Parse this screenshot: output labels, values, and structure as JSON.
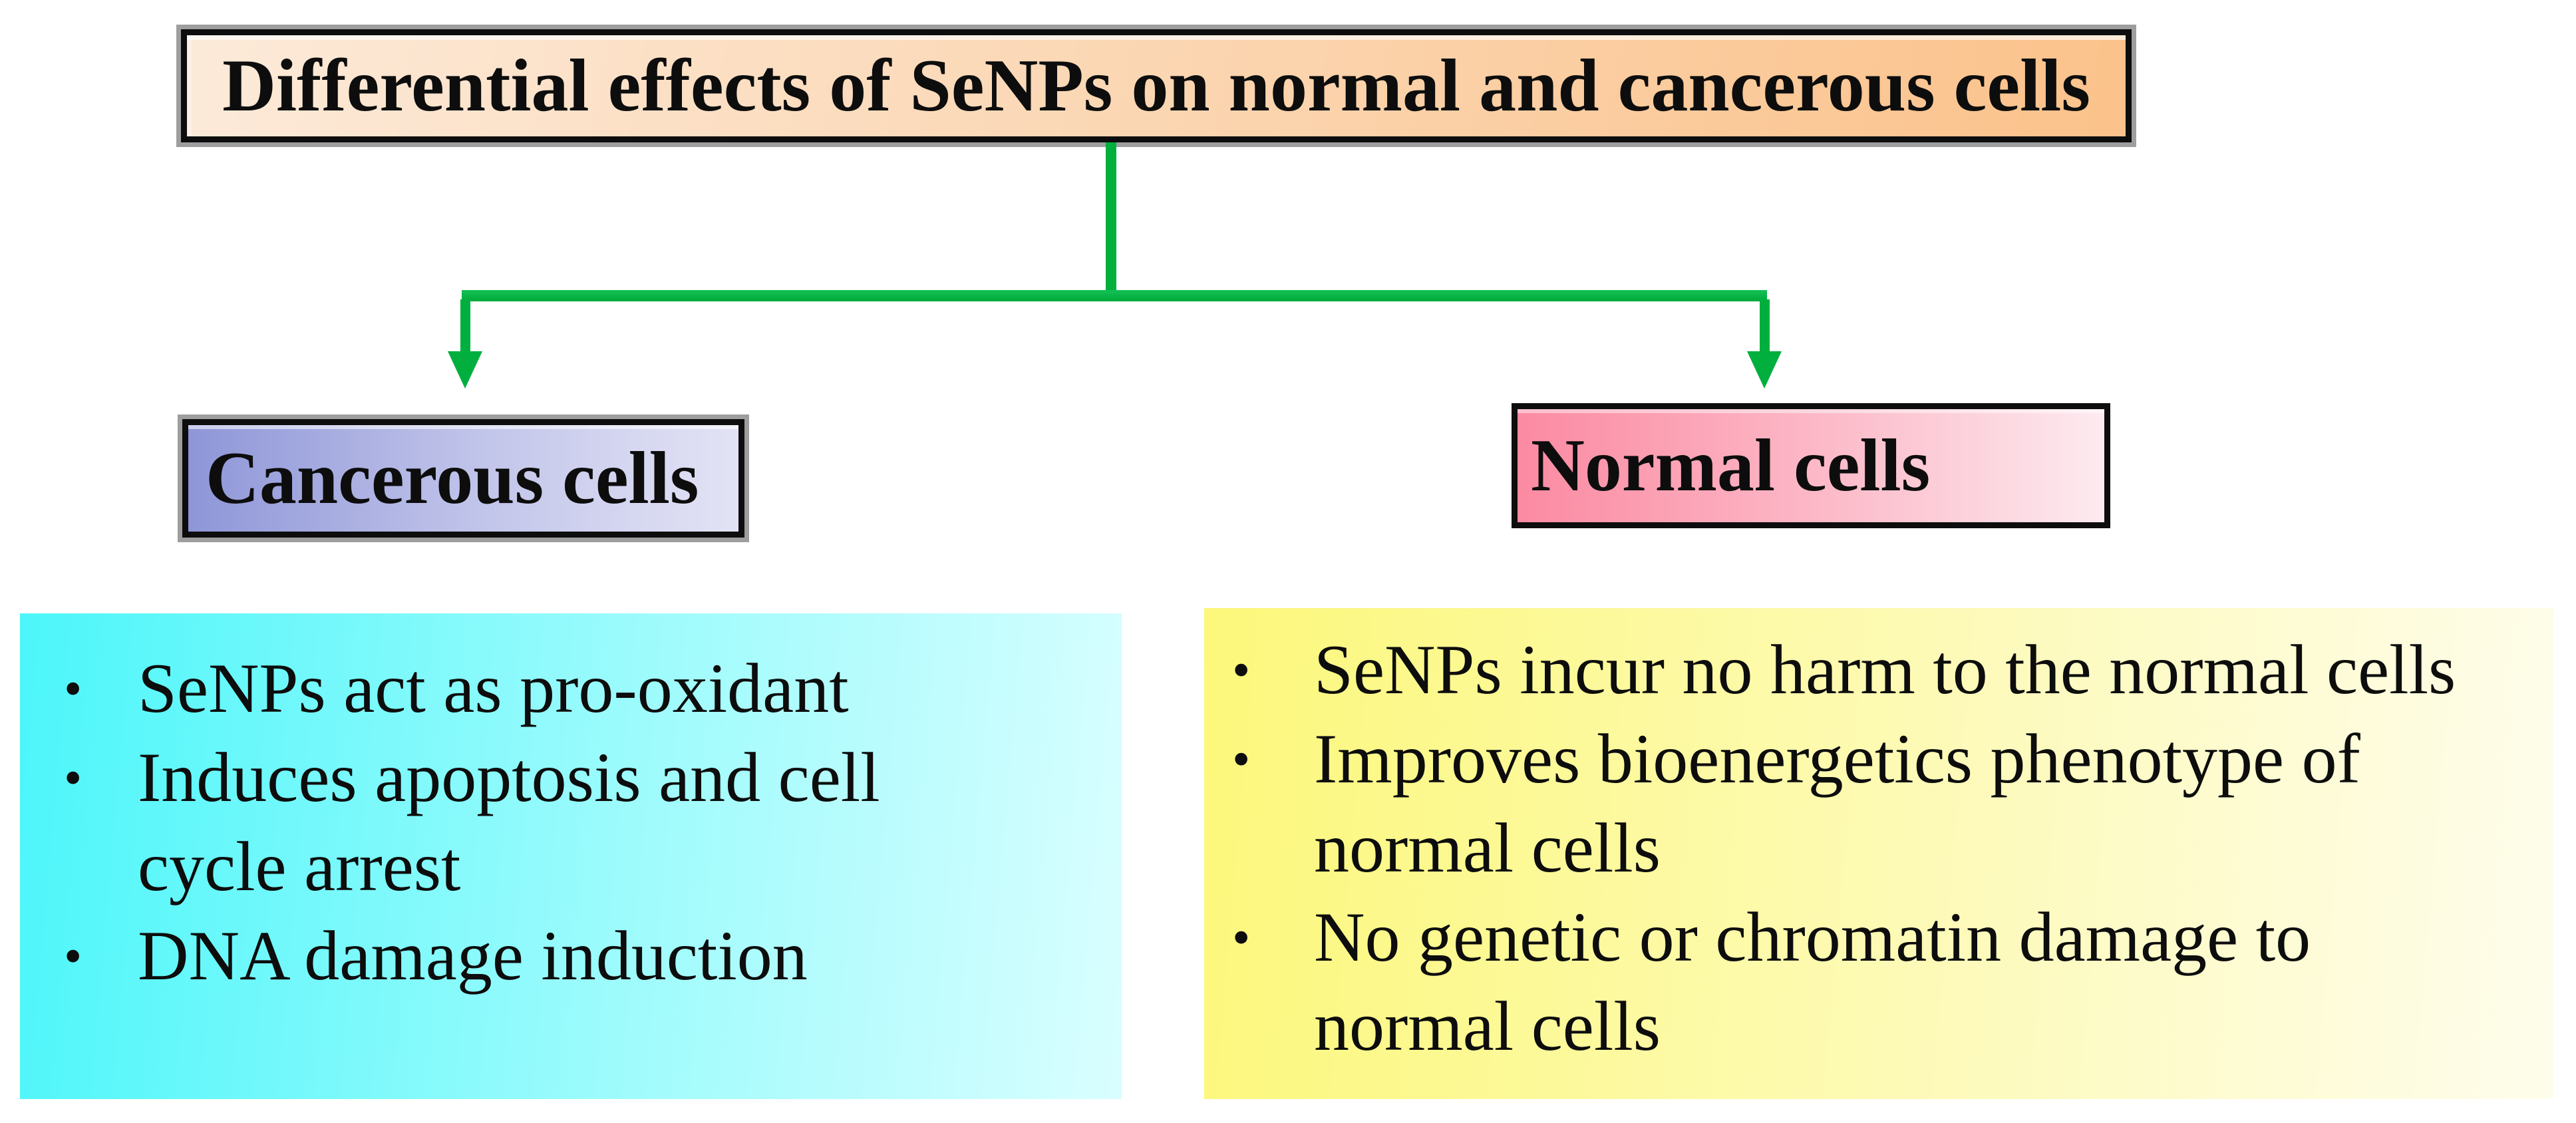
{
  "figure": {
    "title": "Differential effects of SeNPs on normal and cancerous cells",
    "bullet_glyph": "•",
    "left_branch": {
      "label": "Cancerous cells",
      "bullets": [
        "SeNPs act as pro-oxidant",
        "Induces apoptosis and cell cycle arrest",
        "DNA damage induction"
      ]
    },
    "right_branch": {
      "label": "Normal cells",
      "bullets": [
        "SeNPs incur no harm to the normal cells",
        "Improves bioenergetics phenotype of normal cells",
        "No genetic or chromatin damage to normal cells"
      ]
    },
    "colors": {
      "title_gradient_start": "#fcead9",
      "title_gradient_end": "#fbc28b",
      "cancerous_box_gradient_start": "#8e96d8",
      "cancerous_box_gradient_end": "#e3e3f5",
      "normal_box_gradient_start": "#fb8aa2",
      "normal_box_gradient_end": "#fdeaf0",
      "cancerous_panel_gradient_start": "#4cf6fa",
      "cancerous_panel_gradient_end": "#d9feff",
      "normal_panel_gradient_start": "#fcf87b",
      "normal_panel_gradient_end": "#fefdec",
      "connector_green": "#00af3e",
      "border_black": "#0d0d0d",
      "shadow_gray": "#9e9e9e"
    }
  }
}
